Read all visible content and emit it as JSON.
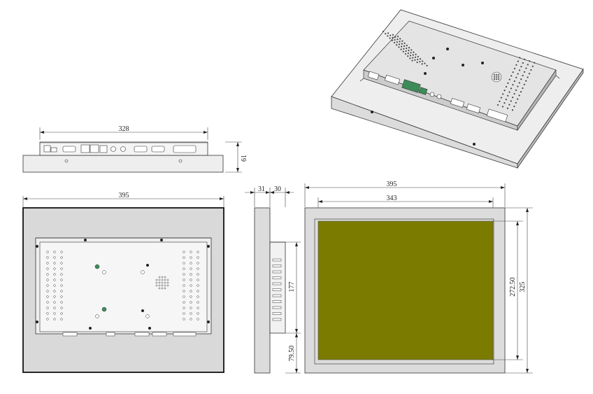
{
  "dimensions": {
    "side_width": "328",
    "side_depth": "61",
    "rear_width": "395",
    "profile_depth_a": "31",
    "profile_depth_b": "30",
    "profile_bracket_height": "177",
    "profile_bottom_offset": "79.50",
    "front_width": "395",
    "front_active_width": "343",
    "front_active_height": "272.50",
    "front_height": "325"
  },
  "colors": {
    "screen": "#7b7b00",
    "bezel": "#dcdcdc",
    "port_green": "#3c8c5a"
  }
}
